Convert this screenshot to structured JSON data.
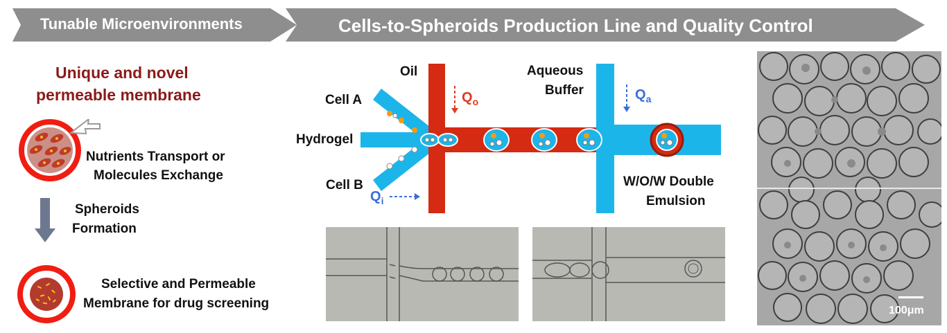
{
  "banners": {
    "left": "Tunable Microenvironments",
    "right": "Cells-to-Spheroids Production Line and Quality Control"
  },
  "left_panel": {
    "title_line1": "Unique and novel",
    "title_line2": "permeable membrane",
    "nutrients_line1": "Nutrients Transport or",
    "nutrients_line2": "Molecules Exchange",
    "spheroids_line1": "Spheroids",
    "spheroids_line2": "Formation",
    "selective_line1": "Selective and Permeable",
    "selective_line2": "Membrane for drug screening"
  },
  "device": {
    "oil": "Oil",
    "cell_a": "Cell A",
    "hydrogel": "Hydrogel",
    "cell_b": "Cell B",
    "aqueous_line1": "Aqueous",
    "aqueous_line2": "Buffer",
    "double_line1": "W/O/W Double",
    "double_line2": "Emulsion",
    "q_o": "Q",
    "q_o_sub": "o",
    "q_a": "Q",
    "q_a_sub": "a",
    "q_i": "Q",
    "q_i_sub": "i"
  },
  "scale_bar": "100μm",
  "colors": {
    "banner_gray": "#8e8e8e",
    "channel_blue": "#1cb5ea",
    "oil_red": "#d42b12",
    "title_dark_red": "#8b1a1a",
    "flow_blue": "#3a6fd8",
    "cell_orange": "#f39c12"
  }
}
